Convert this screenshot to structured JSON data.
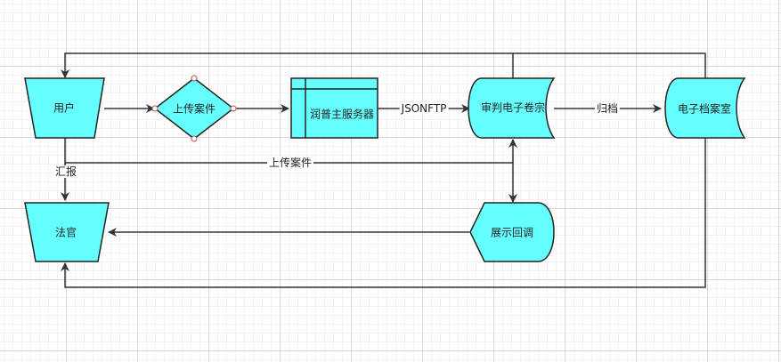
{
  "colors": {
    "fill": "#66ffff",
    "stroke": "#222222",
    "line": "#333333",
    "port": "#b85450"
  },
  "nodes": {
    "user": "用户",
    "upload": "上传案件",
    "server": "润普主服务器",
    "ecase": "审判电子卷宗",
    "archive": "电子档案室",
    "judge": "法官",
    "display": "展示回调"
  },
  "edges": {
    "jsonftp": "JSONFTP",
    "archive": "归档",
    "upload_case": "上传案件",
    "report": "汇报"
  }
}
